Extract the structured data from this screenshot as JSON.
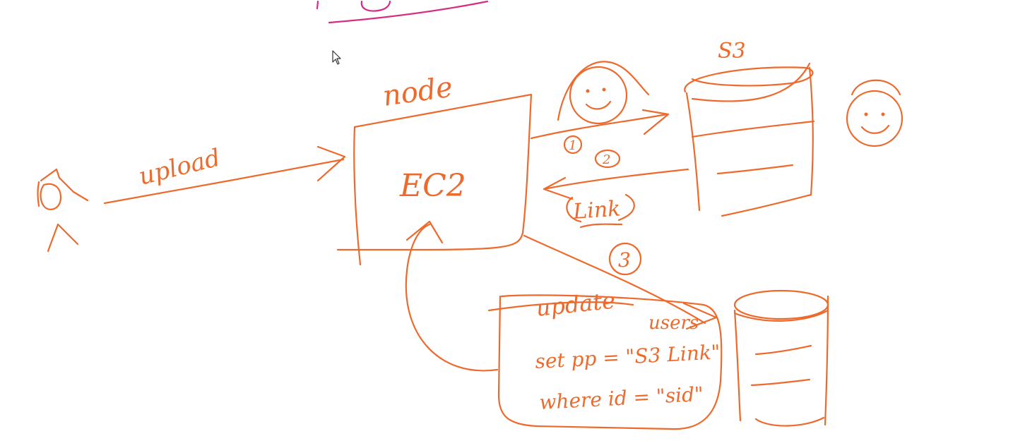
{
  "labels": {
    "node": "node",
    "upload": "upload",
    "ec2": "EC2",
    "s3": "S3",
    "step1": "1",
    "step2": "2",
    "step3": "3",
    "link": "Link",
    "update": "update",
    "users": "users",
    "set_clause": "set pp = \"S3 Link\"",
    "where_clause": "where id = \"sid\""
  },
  "colors": {
    "ink": "#ee6a2c",
    "accent": "#d62d84",
    "background": "#ffffff"
  },
  "icons": {
    "user": "stick-figure-icon",
    "cursor": "mouse-pointer-icon",
    "face": "smiley-face-icon",
    "storage": "cylinder-icon"
  }
}
